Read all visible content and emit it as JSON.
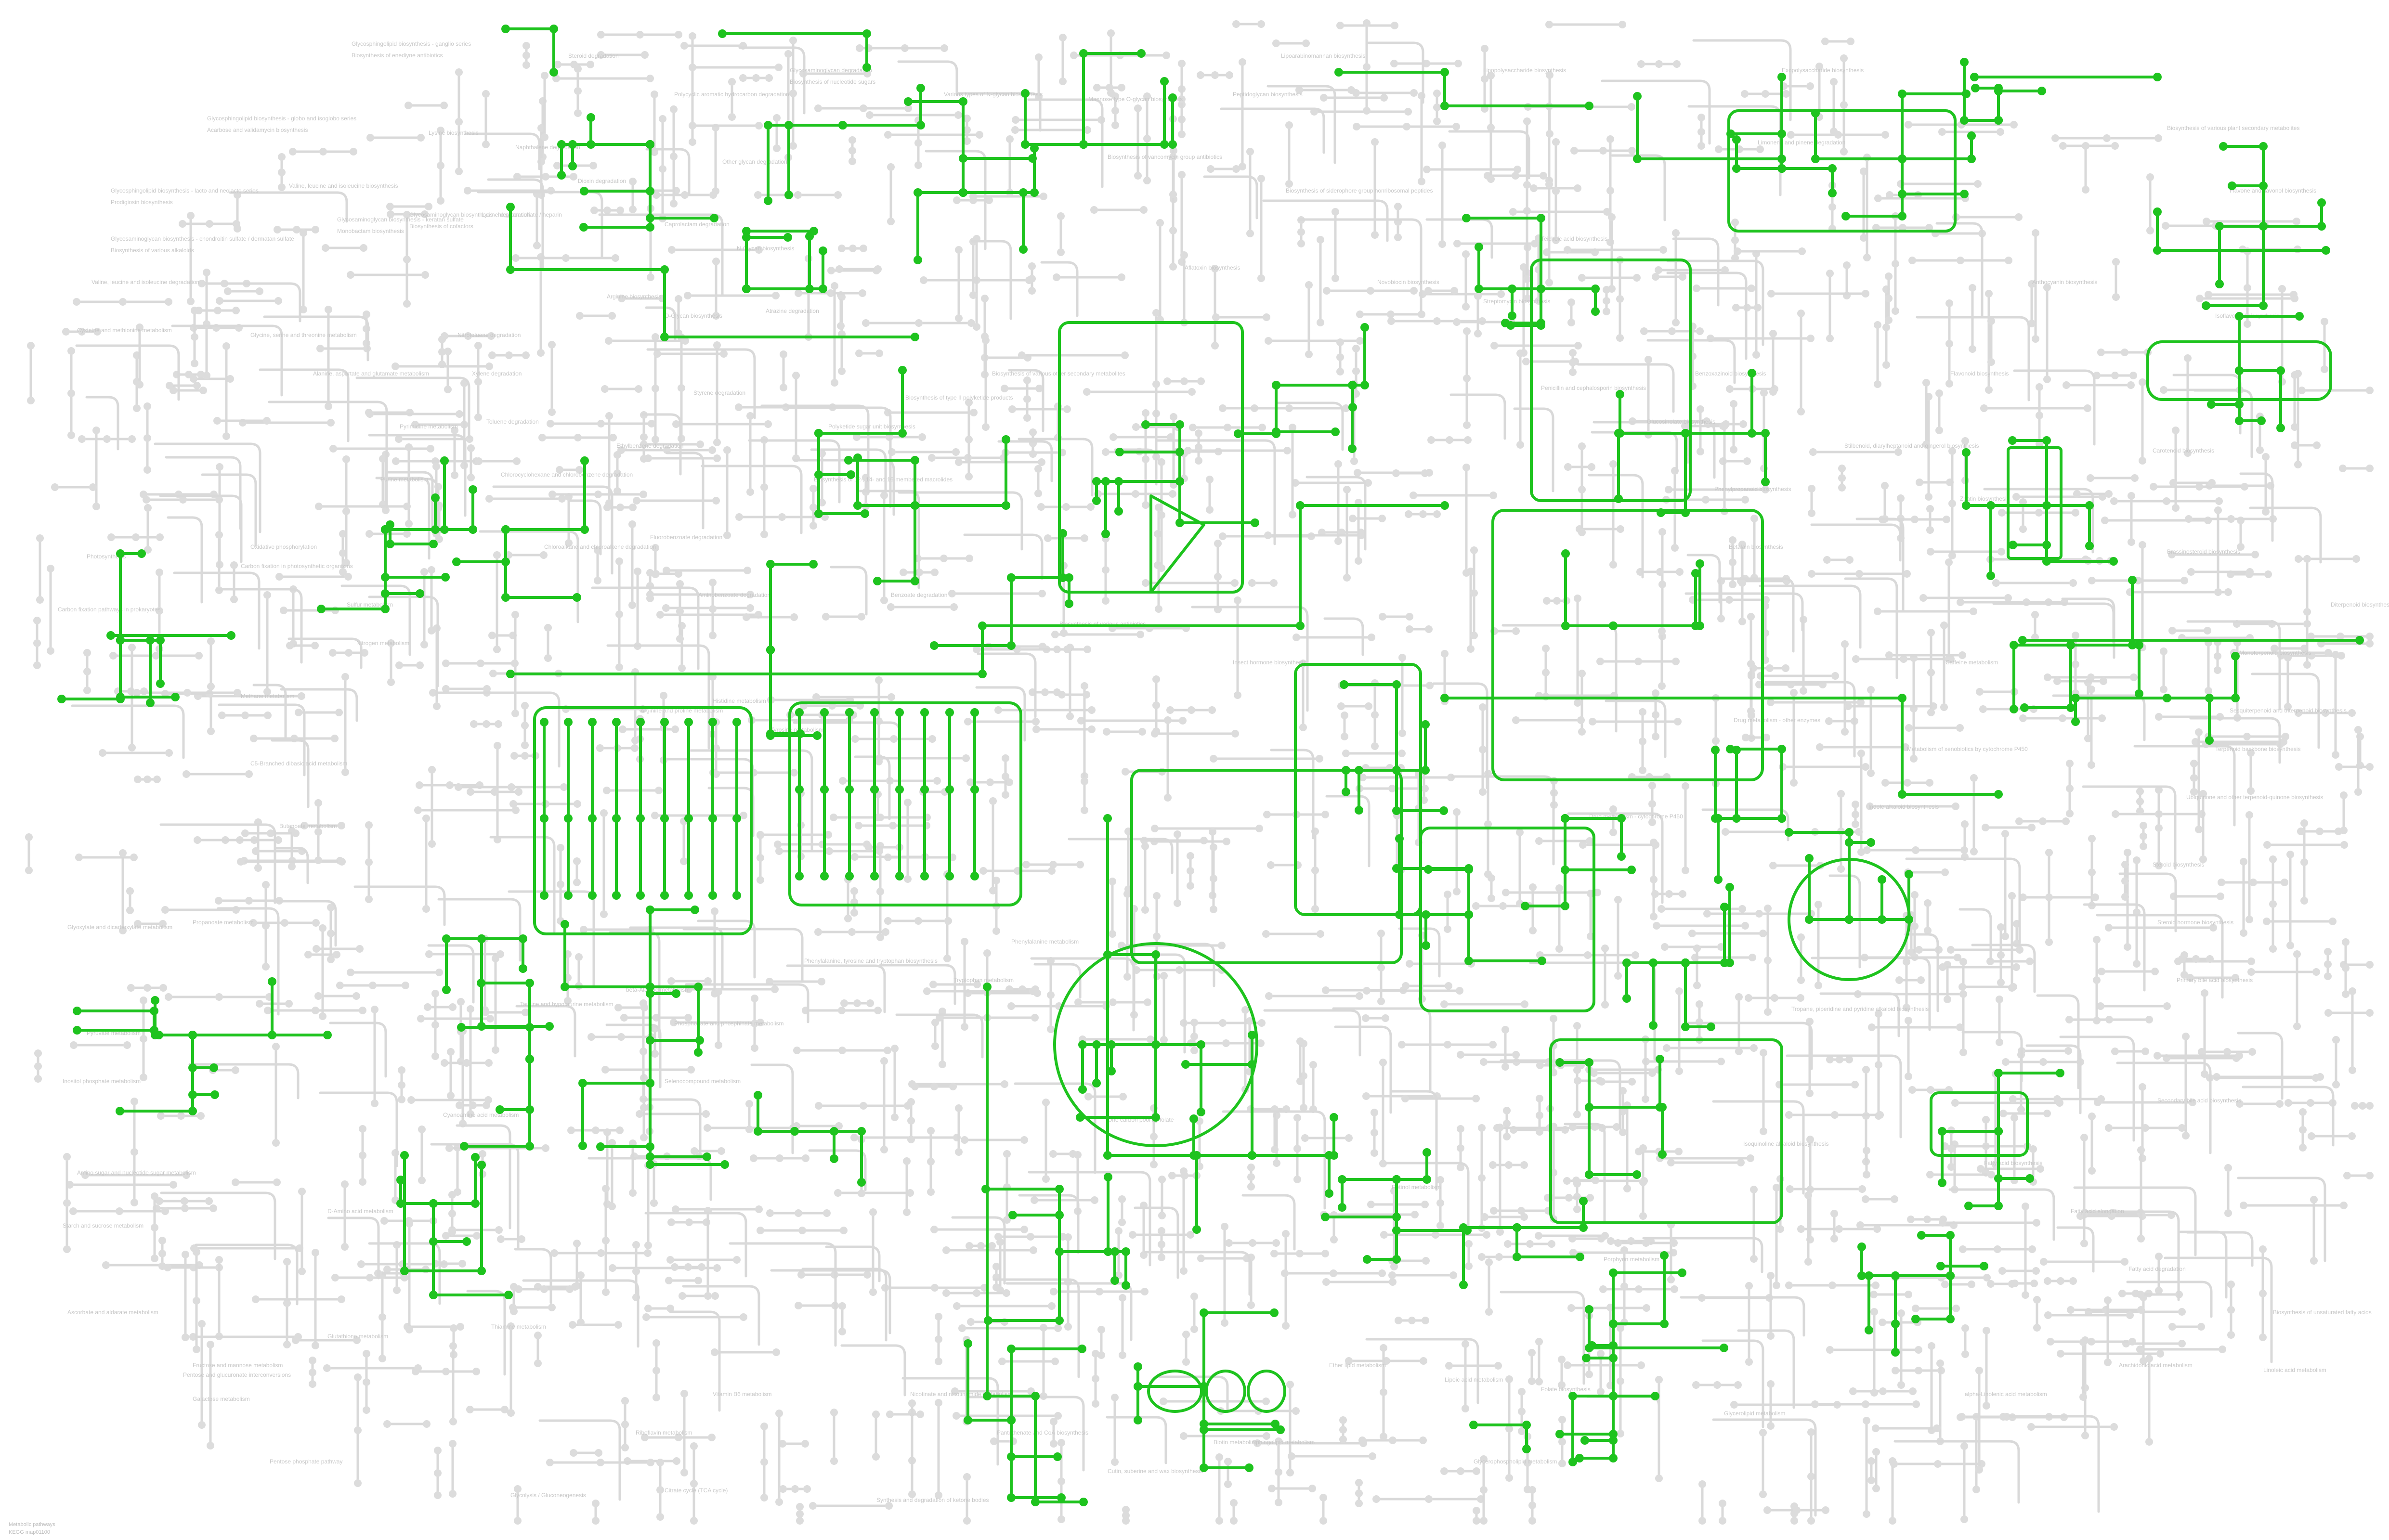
{
  "map": {
    "title": "KEGG global metabolic pathways",
    "colors": {
      "background": "#ffffff",
      "pathway_edge": "#d9d9d9",
      "compound_node": "#dcdcdc",
      "highlight": "#1ec31e",
      "label": "#c8c8c8"
    },
    "footer_lines": [
      "Metabolic pathways",
      "KEGG map01100"
    ]
  },
  "labels": [
    "Glycosphingolipid biosynthesis - ganglio series",
    "Glycosphingolipid biosynthesis - globo and isoglobo series",
    "Glycosphingolipid biosynthesis - lacto and neolacto series",
    "Glycosaminoglycan biosynthesis - keratan sulfate",
    "Glycosaminoglycan biosynthesis - chondroitin sulfate / dermatan sulfate",
    "Glycosaminoglycan biosynthesis - heparan sulfate / heparin",
    "Glycosaminoglycan degradation",
    "Other glycan degradation",
    "Various types of N-glycan biosynthesis",
    "N-Glycan biosynthesis",
    "O-Glycan biosynthesis",
    "Mannose type O-glycan biosynthesis",
    "Lipoarabinomannan biosynthesis",
    "Peptidoglycan biosynthesis",
    "Lipopolysaccharide biosynthesis",
    "Teichoic acid biosynthesis",
    "Exopolysaccharide biosynthesis",
    "Biosynthesis of various plant secondary metabolites",
    "Flavone and flavonol biosynthesis",
    "Anthocyanin biosynthesis",
    "Isoflavonoid biosynthesis",
    "Flavonoid biosynthesis",
    "Stilbenoid, diarylheptanoid and gingerol biosynthesis",
    "Phenylpropanoid biosynthesis",
    "Zeatin biosynthesis",
    "Carotenoid biosynthesis",
    "Brassinosteroid biosynthesis",
    "Diterpenoid biosynthesis",
    "Monoterpenoid biosynthesis",
    "Sesquiterpenoid and triterpenoid biosynthesis",
    "Terpenoid backbone biosynthesis",
    "Ubiquinone and other terpenoid-quinone biosynthesis",
    "Steroid biosynthesis",
    "Steroid hormone biosynthesis",
    "Primary bile acid biosynthesis",
    "Secondary bile acid biosynthesis",
    "Fatty acid biosynthesis",
    "Fatty acid elongation",
    "Fatty acid degradation",
    "Biosynthesis of unsaturated fatty acids",
    "Arachidonic acid metabolism",
    "Linoleic acid metabolism",
    "alpha-Linolenic acid metabolism",
    "Glycerolipid metabolism",
    "Glycerophospholipid metabolism",
    "Ether lipid metabolism",
    "Sphingolipid metabolism",
    "Cutin, suberine and wax biosynthesis",
    "Synthesis and degradation of ketone bodies",
    "Citrate cycle (TCA cycle)",
    "Glycolysis / Gluconeogenesis",
    "Pentose phosphate pathway",
    "Pentose and glucuronate interconversions",
    "Fructose and mannose metabolism",
    "Galactose metabolism",
    "Ascorbate and aldarate metabolism",
    "Starch and sucrose metabolism",
    "Amino sugar and nucleotide sugar metabolism",
    "Inositol phosphate metabolism",
    "Pyruvate metabolism",
    "Glyoxylate and dicarboxylate metabolism",
    "Propanoate metabolism",
    "Butanoate metabolism",
    "C5-Branched dibasic acid metabolism",
    "Methane metabolism",
    "Carbon fixation in photosynthetic organisms",
    "Carbon fixation pathways in prokaryotes",
    "Photosynthesis",
    "Oxidative phosphorylation",
    "Nitrogen metabolism",
    "Sulfur metabolism",
    "Purine metabolism",
    "Pyrimidine metabolism",
    "Alanine, aspartate and glutamate metabolism",
    "Glycine, serine and threonine metabolism",
    "Cysteine and methionine metabolism",
    "Valine, leucine and isoleucine degradation",
    "Valine, leucine and isoleucine biosynthesis",
    "Lysine biosynthesis",
    "Lysine degradation",
    "Arginine biosynthesis",
    "Arginine and proline metabolism",
    "Histidine metabolism",
    "Tyrosine metabolism",
    "Phenylalanine metabolism",
    "Tryptophan metabolism",
    "Phenylalanine, tyrosine and tryptophan biosynthesis",
    "beta-Alanine metabolism",
    "Taurine and hypotaurine metabolism",
    "Phosphonate and phosphinate metabolism",
    "Selenocompound metabolism",
    "Cyanoamino acid metabolism",
    "D-Amino acid metabolism",
    "Glutathione metabolism",
    "Thiamine metabolism",
    "Riboflavin metabolism",
    "Vitamin B6 metabolism",
    "Nicotinate and nicotinamide metabolism",
    "Pantothenate and CoA biosynthesis",
    "Biotin metabolism",
    "Lipoic acid metabolism",
    "Folate biosynthesis",
    "One carbon pool by folate",
    "Retinol metabolism",
    "Porphyrin metabolism",
    "Isoquinoline alkaloid biosynthesis",
    "Tropane, piperidine and pyridine alkaloid biosynthesis",
    "Indole alkaloid biosynthesis",
    "Caffeine metabolism",
    "Betalain biosynthesis",
    "Glucosinolate biosynthesis",
    "Benzoxazinoid biosynthesis",
    "Penicillin and cephalosporin biosynthesis",
    "Streptomycin biosynthesis",
    "Novobiocin biosynthesis",
    "Biosynthesis of siderophore group nonribosomal peptides",
    "Biosynthesis of vancomycin group antibiotics",
    "Biosynthesis of type II polyketide products",
    "Polyketide sugar unit biosynthesis",
    "Biosynthesis of 12-, 14- and 16-membered macrolides",
    "Benzoate degradation",
    "Aminobenzoate degradation",
    "Fluorobenzoate degradation",
    "Chloroalkane and chloroalkene degradation",
    "Chlorocyclohexane and chlorobenzene degradation",
    "Toluene degradation",
    "Xylene degradation",
    "Nitrotoluene degradation",
    "Ethylbenzene degradation",
    "Styrene degradation",
    "Atrazine degradation",
    "Caprolactam degradation",
    "Dioxin degradation",
    "Naphthalene degradation",
    "Polycyclic aromatic hydrocarbon degradation",
    "Steroid degradation",
    "Limonene and pinene degradation",
    "Drug metabolism - cytochrome P450",
    "Drug metabolism - other enzymes",
    "Metabolism of xenobiotics by cytochrome P450",
    "Insect hormone biosynthesis",
    "Biosynthesis of various antibiotics",
    "Biosynthesis of various other secondary metabolites",
    "Aflatoxin biosynthesis",
    "Biosynthesis of enediyne antibiotics",
    "Acarbose and validamycin biosynthesis",
    "Prodigiosin biosynthesis",
    "Monobactam biosynthesis",
    "Biosynthesis of various alkaloids",
    "Biosynthesis of cofactors",
    "Biosynthesis of nucleotide sugars"
  ]
}
